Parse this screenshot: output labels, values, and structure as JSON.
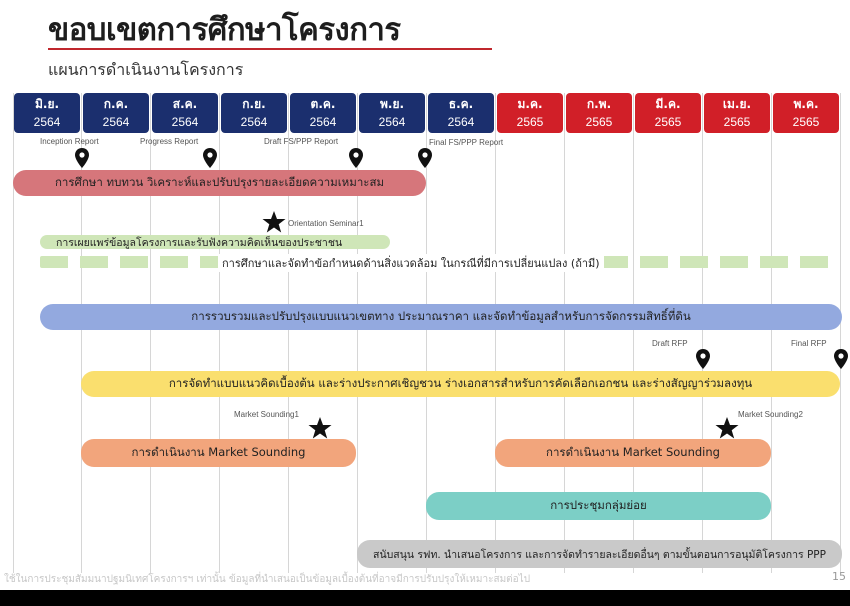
{
  "title": "ขอบเขตการศึกษาโครงการ",
  "subtitle": "แผนการดำเนินงานโครงการ",
  "months": [
    {
      "m": "มิ.ย.",
      "y": "2564",
      "color": "#1b2f6e"
    },
    {
      "m": "ก.ค.",
      "y": "2564",
      "color": "#1b2f6e"
    },
    {
      "m": "ส.ค.",
      "y": "2564",
      "color": "#1b2f6e"
    },
    {
      "m": "ก.ย.",
      "y": "2564",
      "color": "#1b2f6e"
    },
    {
      "m": "ต.ค.",
      "y": "2564",
      "color": "#1b2f6e"
    },
    {
      "m": "พ.ย.",
      "y": "2564",
      "color": "#1b2f6e"
    },
    {
      "m": "ธ.ค.",
      "y": "2564",
      "color": "#1b2f6e"
    },
    {
      "m": "ม.ค.",
      "y": "2565",
      "color": "#d11f28"
    },
    {
      "m": "ก.พ.",
      "y": "2565",
      "color": "#d11f28"
    },
    {
      "m": "มี.ค.",
      "y": "2565",
      "color": "#d11f28"
    },
    {
      "m": "เม.ย.",
      "y": "2565",
      "color": "#d11f28"
    },
    {
      "m": "พ.ค.",
      "y": "2565",
      "color": "#d11f28"
    }
  ],
  "milestones": {
    "inception": "Inception Report",
    "progress": "Progress Report",
    "draft_fs": "Draft FS/PPP Report",
    "final_fs": "Final FS/PPP Report",
    "orientation": "Orientation Seminar1",
    "draft_rfp": "Draft RFP",
    "final_rfp": "Final RFP",
    "market_sounding1": "Market Sounding1",
    "market_sounding2": "Market Sounding2"
  },
  "tasks": {
    "study": "การศึกษา ทบทวน วิเคราะห์และปรับปรุงรายละเอียดความเหมาะสม",
    "publicize": "การเผยแพร่ข้อมูลโครงการและรับฟังความคิดเห็นของประชาชน",
    "environment": "การศึกษาและจัดทำข้อกำหนดด้านสิ่งแวดล้อม ในกรณีที่มีการเปลี่ยนแปลง (ถ้ามี)",
    "design": "การรวบรวมและปรับปรุงแบบแนวเขตทาง ประมาณราคา และจัดทำข้อมูลสำหรับการจัดกรรมสิทธิ์ที่ดิน",
    "concept": "การจัดทำแบบแนวคิดเบื้องต้น และร่างประกาศเชิญชวน ร่างเอกสารสำหรับการคัดเลือกเอกชน และร่างสัญญาร่วมลงทุน",
    "market1": "การดำเนินงาน Market Sounding",
    "market2": "การดำเนินงาน Market Sounding",
    "workshop": "การประชุมกลุ่มย่อย",
    "support": "สนับสนุน รฟท. นำเสนอโครงการ และการจัดทำรายละเอียดอื่นๆ ตามขั้นตอนการอนุมัติโครงการ PPP"
  },
  "colors": {
    "study": "#d6767b",
    "publicize": "#cfe6b8",
    "environment": "#cfe6b8",
    "design": "#93a9df",
    "concept": "#fadf6e",
    "market": "#f2a57c",
    "workshop": "#7ccfc6",
    "support": "#c9c9c9"
  },
  "footnote": "ใช้ในการประชุมสัมมนาปฐมนิเทศโครงการฯ เท่านั้น ข้อมูลที่นำเสนอเป็นข้อมูลเบื้องต้นที่อาจมีการปรับปรุงให้เหมาะสมต่อไป",
  "page_number": "15"
}
